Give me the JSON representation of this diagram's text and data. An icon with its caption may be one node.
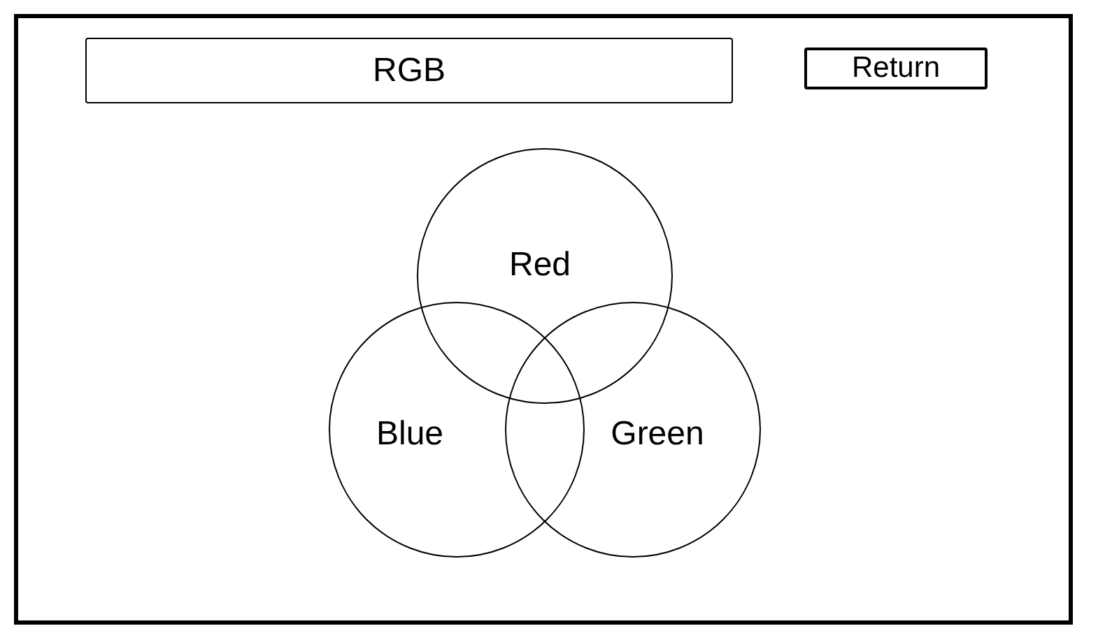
{
  "diagram": {
    "nodes": [
      {
        "text": [],
        "shape": "box"
      },
      {
        "text": [
          "RGB"
        ],
        "in": 0
      },
      {
        "text": [
          "Return"
        ],
        "in": 0
      },
      {
        "text": [
          "Red"
        ],
        "in": 0
      },
      {
        "text": [
          "Blue"
        ],
        "in": 0
      },
      {
        "text": [
          "Green"
        ],
        "in": 0
      }
    ]
  }
}
